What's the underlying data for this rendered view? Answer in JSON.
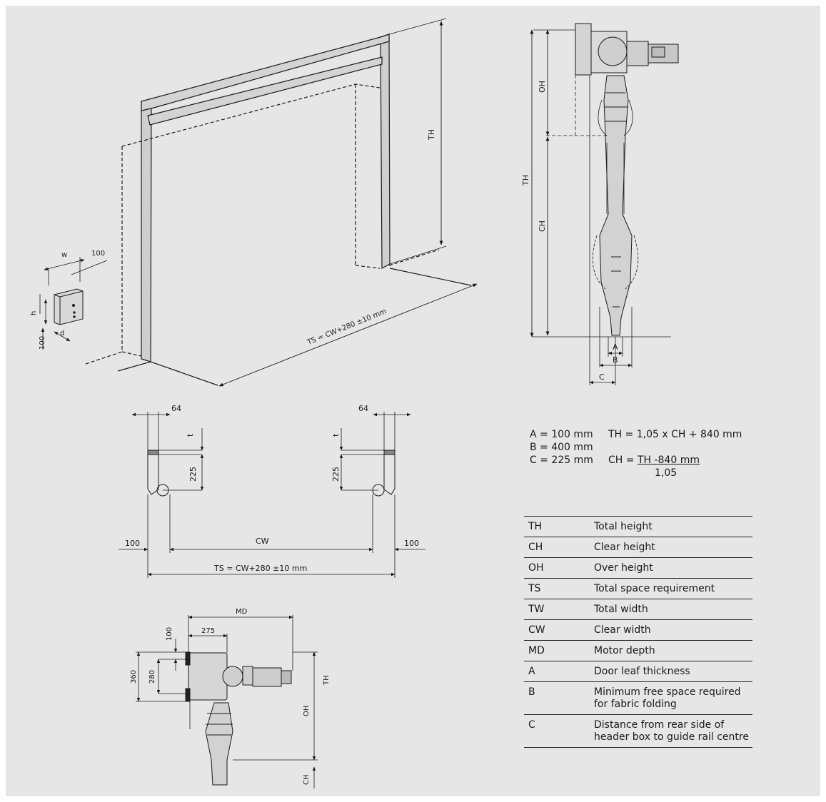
{
  "iso_view": {
    "dim_TH": "TH",
    "dim_TS": "TS = CW+280 ±10 mm",
    "control_box": {
      "w": "w",
      "offset": "100",
      "h": "h",
      "d": "d",
      "floor": "100"
    }
  },
  "side_view": {
    "dim_OH": "OH",
    "dim_TH": "TH",
    "dim_CH": "CH",
    "dim_A": "A",
    "dim_B": "B",
    "dim_C": "C"
  },
  "plan_view": {
    "left_64": "64",
    "right_64": "64",
    "t_left": "t",
    "t_right": "t",
    "d225_left": "225",
    "d225_right": "225",
    "left_100": "100",
    "right_100": "100",
    "cw": "CW",
    "ts": "TS = CW+280 ±10 mm"
  },
  "motor_view": {
    "md": "MD",
    "d275": "275",
    "d100": "100",
    "d360": "360",
    "d280": "280",
    "th": "TH",
    "oh": "OH",
    "ch": "CH"
  },
  "formulas": {
    "a": "A = 100 mm",
    "b": "B = 400 mm",
    "c": "C = 225 mm",
    "th_eq": "TH = 1,05 x CH + 840 mm",
    "ch_prefix": "CH = ",
    "ch_num": "TH -840 mm",
    "ch_den": "1,05"
  },
  "legend": [
    {
      "key": "TH",
      "desc": "Total height"
    },
    {
      "key": "CH",
      "desc": "Clear height"
    },
    {
      "key": "OH",
      "desc": "Over height"
    },
    {
      "key": "TS",
      "desc": "Total space requirement"
    },
    {
      "key": "TW",
      "desc": "Total width"
    },
    {
      "key": "CW",
      "desc": "Clear width"
    },
    {
      "key": "MD",
      "desc": "Motor depth"
    },
    {
      "key": "A",
      "desc": "Door leaf thickness"
    },
    {
      "key": "B",
      "desc": "Minimum free space required for fabric folding"
    },
    {
      "key": "C",
      "desc": "Distance from rear side of header box to guide rail centre"
    }
  ]
}
